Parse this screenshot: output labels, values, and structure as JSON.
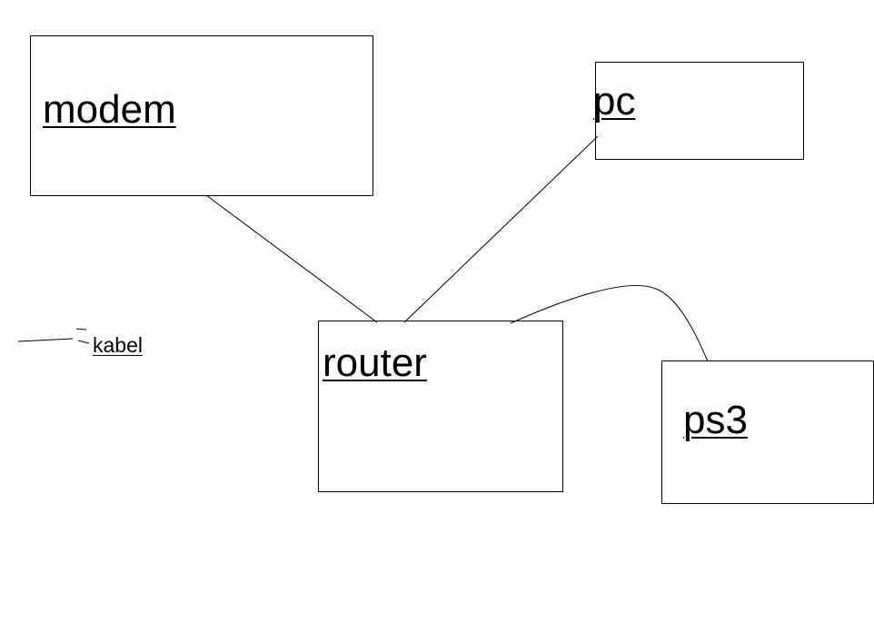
{
  "nodes": {
    "modem": {
      "label": "modem"
    },
    "pc": {
      "label": "pc"
    },
    "router": {
      "label": "router"
    },
    "ps3": {
      "label": "ps3"
    }
  },
  "edges": [
    {
      "from": "modem",
      "to": "router"
    },
    {
      "from": "pc",
      "to": "router"
    },
    {
      "from": "router",
      "to": "ps3"
    }
  ],
  "legend": {
    "cable_label": "kabel"
  },
  "colors": {
    "stroke": "#000000",
    "background": "#ffffff"
  }
}
